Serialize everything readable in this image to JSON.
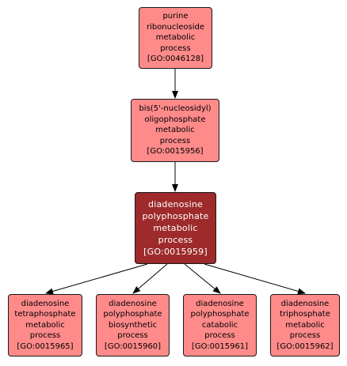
{
  "nodes": {
    "purine": {
      "lines": [
        "purine",
        "ribonucleoside",
        "metabolic",
        "process"
      ],
      "go_id": "[GO:0046128]"
    },
    "bis": {
      "lines": [
        "bis(5'-nucleosidyl)",
        "oligophosphate",
        "metabolic",
        "process"
      ],
      "go_id": "[GO:0015956]"
    },
    "diadenosine_poly": {
      "lines": [
        "diadenosine",
        "polyphosphate",
        "metabolic",
        "process"
      ],
      "go_id": "[GO:0015959]"
    },
    "tetra": {
      "lines": [
        "diadenosine",
        "tetraphosphate",
        "metabolic",
        "process"
      ],
      "go_id": "[GO:0015965]"
    },
    "biosyn": {
      "lines": [
        "diadenosine",
        "polyphosphate",
        "biosynthetic",
        "process"
      ],
      "go_id": "[GO:0015960]"
    },
    "catab": {
      "lines": [
        "diadenosine",
        "polyphosphate",
        "catabolic",
        "process"
      ],
      "go_id": "[GO:0015961]"
    },
    "tri": {
      "lines": [
        "diadenosine",
        "triphosphate",
        "metabolic",
        "process"
      ],
      "go_id": "[GO:0015962]"
    }
  },
  "colors": {
    "node_fill": "#ff8a8a",
    "focus_fill": "#9e2a2b",
    "edge": "#000000"
  }
}
